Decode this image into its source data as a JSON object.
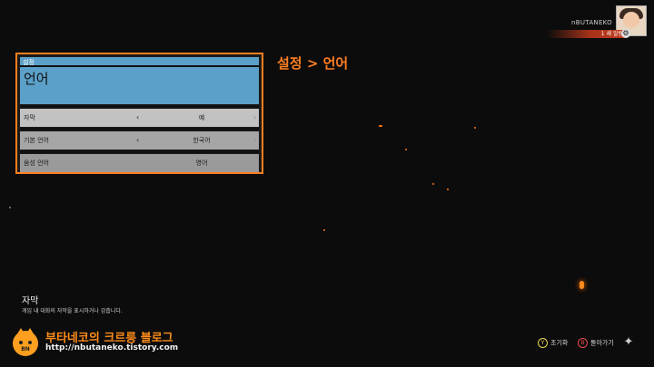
{
  "user": {
    "name": "nBUTANEKO",
    "status": "1 새 알림"
  },
  "settings": {
    "category": "설정",
    "title": "언어",
    "rows": [
      {
        "label": "자막",
        "value": "예",
        "left_arrow": "‹",
        "right_arrow": "›"
      },
      {
        "label": "기본 언어",
        "value": "한국어",
        "left_arrow": "‹",
        "right_arrow": "›"
      },
      {
        "label": "음성 언어",
        "value": "영어"
      }
    ]
  },
  "breadcrumb": "설정 > 언어",
  "description": {
    "title": "자막",
    "text": "게임 내 대화의 자막을 표시하거나 감춥니다."
  },
  "watermark": {
    "badge": "BN",
    "title": "부타네코의 크르릉 블로그",
    "url": "http://nbutaneko.tistory.com"
  },
  "controls": {
    "reset": {
      "button": "Y",
      "label": "초기화"
    },
    "back": {
      "button": "B",
      "label": "돌아가기"
    }
  },
  "icons": [
    "avatar-image",
    "gear-icon",
    "agent-icon"
  ],
  "colors": {
    "accent": "#ff7f1f",
    "header": "#5ba0c9",
    "background": "#0c0c0c"
  }
}
